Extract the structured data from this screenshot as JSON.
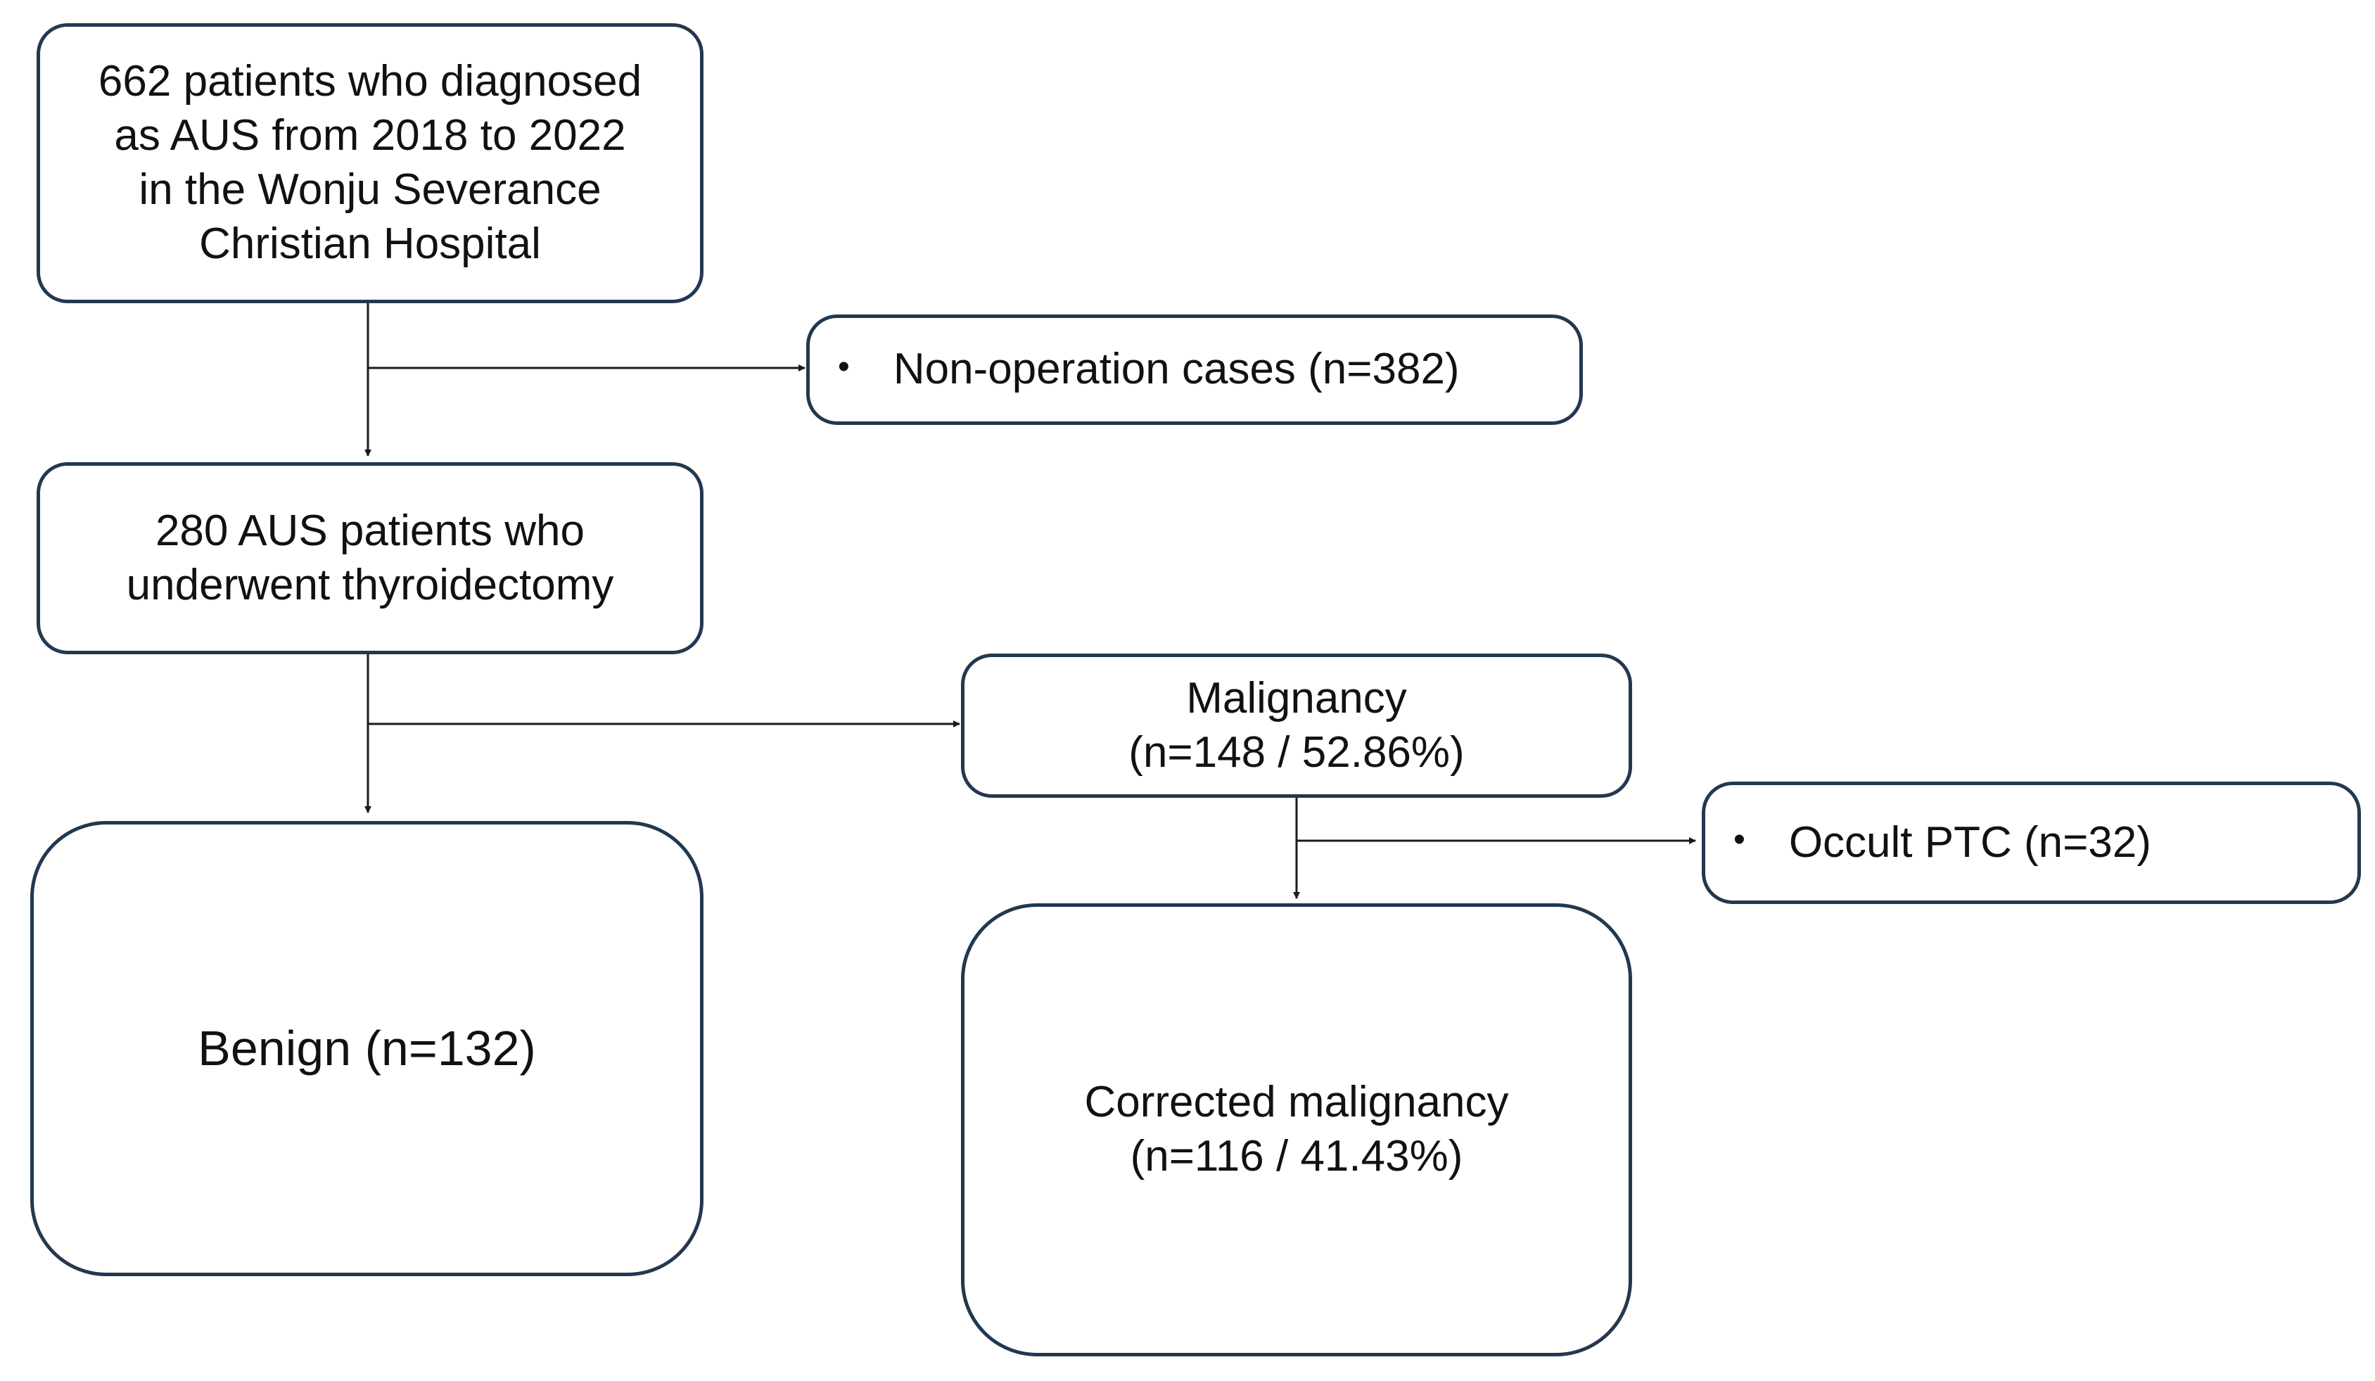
{
  "diagram": {
    "nodes": {
      "initial": {
        "text": "662 patients who diagnosed\nas AUS from 2018 to 2022\nin the Wonju Severance\nChristian Hospital"
      },
      "non_operation": {
        "bullet": "•",
        "text": "Non-operation cases (n=382)"
      },
      "thyroidectomy": {
        "text": "280 AUS patients who\nunderwent thyroidectomy"
      },
      "malignancy": {
        "text": "Malignancy\n(n=148 / 52.86%)"
      },
      "occult_ptc": {
        "bullet": "•",
        "text": "Occult PTC (n=32)"
      },
      "benign": {
        "text": "Benign (n=132)"
      },
      "corrected_malignancy": {
        "text": "Corrected malignancy\n(n=116 / 41.43%)"
      }
    },
    "colors": {
      "box_border": "#22384f",
      "connector": "#1a1a1a",
      "text": "#111111"
    }
  }
}
